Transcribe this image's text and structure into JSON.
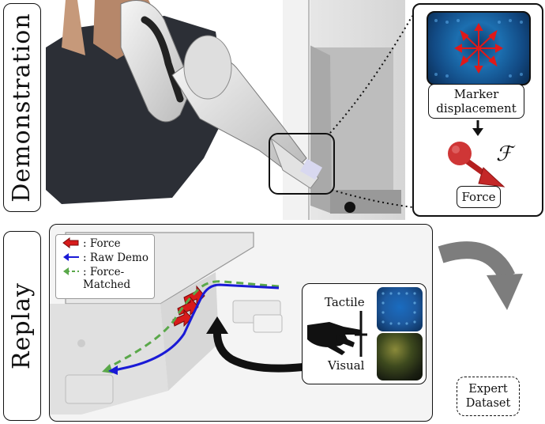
{
  "sections": {
    "top": "Demonstration",
    "bottom": "Replay"
  },
  "panel": {
    "marker_label": "Marker displacement",
    "force_symbol": "ℱ",
    "force_label": "Force"
  },
  "legend": {
    "items": [
      {
        "label": ": Force",
        "icon": "red-arrow-icon"
      },
      {
        "label": ": Raw Demo",
        "icon": "blue-arrow-icon"
      },
      {
        "label": ": Force- Matched",
        "icon": "green-dashed-arrow-icon"
      }
    ]
  },
  "sensors": {
    "tactile": "Tactile",
    "visual": "Visual"
  },
  "dataset": "Expert Dataset",
  "colors": {
    "force": "#d81b1b",
    "raw_demo": "#1a1ad6",
    "force_matched": "#5aa84a"
  }
}
